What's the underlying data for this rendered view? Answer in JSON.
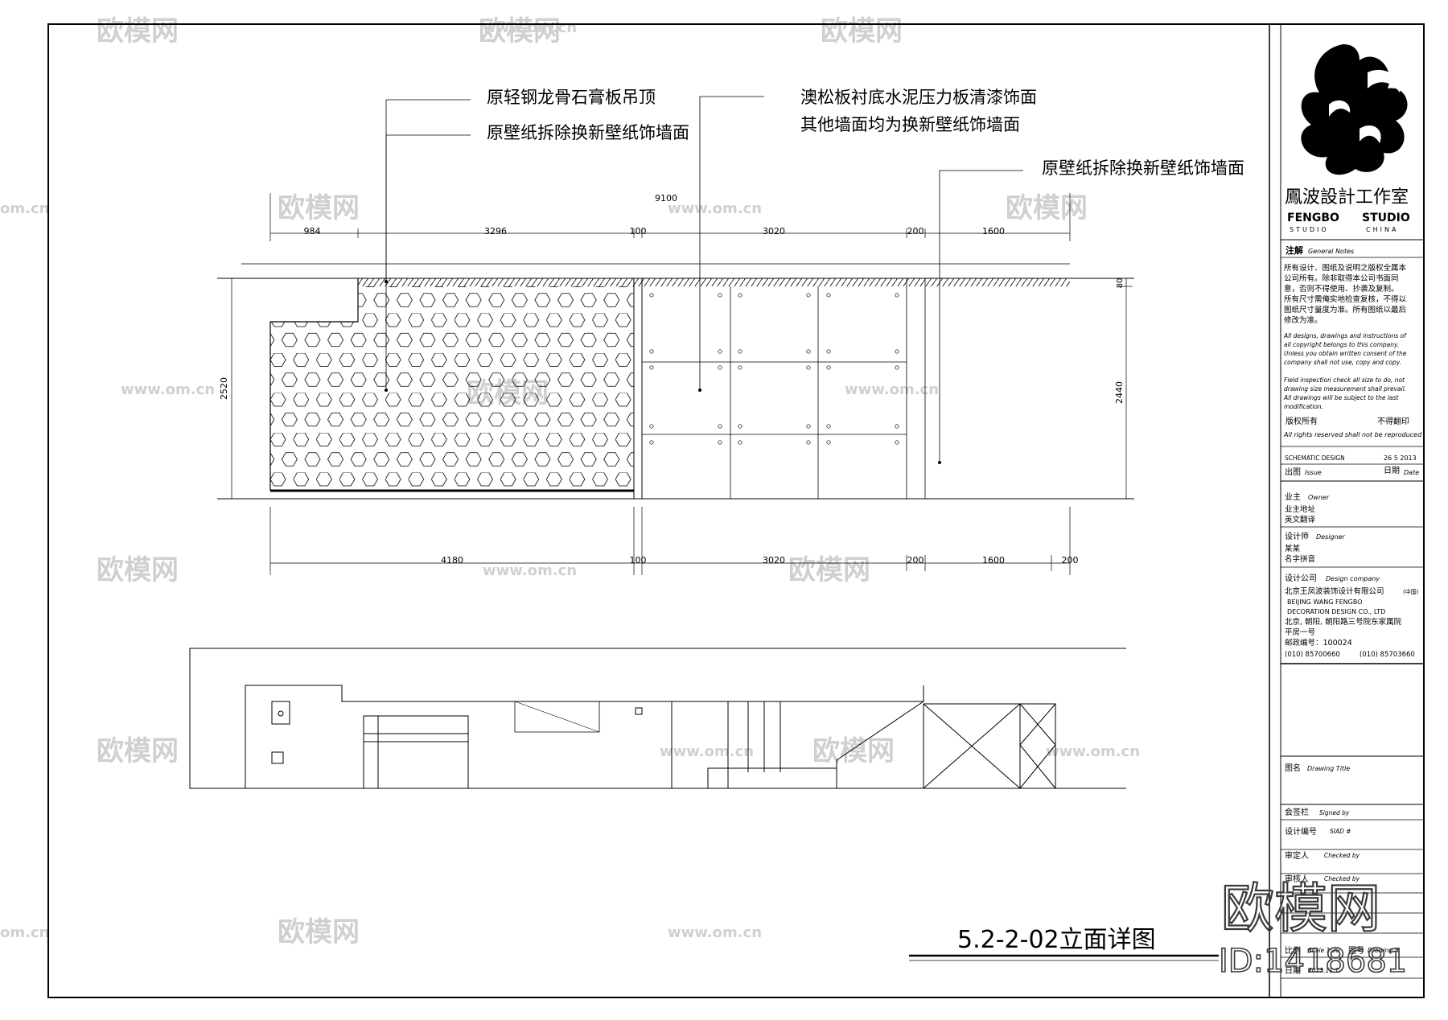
{
  "drawing": {
    "title": "5.2-2-02立面详图",
    "labels": {
      "ceiling": "原轻钢龙骨石膏板吊顶",
      "wall_left": "原壁纸拆除换新壁纸饰墙面",
      "panel": "澳松板衬底水泥压力板清漆饰面",
      "other_walls": "其他墙面均为换新壁纸饰墙面",
      "wall_right": "原壁纸拆除换新壁纸饰墙面"
    },
    "dims_top": {
      "total": "9100",
      "d1": "984",
      "d2": "3296",
      "d3": "100",
      "d4": "3020",
      "d5": "200",
      "d6": "1600"
    },
    "dims_bottom": {
      "d1": "4180",
      "d2": "100",
      "d3": "3020",
      "d4": "200",
      "d5": "1600",
      "d6": "200"
    },
    "dims_side": {
      "left": "2520",
      "right": "2440",
      "right_top": "80"
    }
  },
  "title_block": {
    "studio_cn": "鳳波設計工作室",
    "studio_en_1": "FENGBO",
    "studio_en_2": "STUDIO",
    "studio_sub_1": "STUDIO",
    "studio_sub_2": "CHINA",
    "notes_heading": "注解",
    "notes_heading_en": "General Notes",
    "notes_cn_1": "所有设计、图纸及说明之版权全属本",
    "notes_cn_2": "公司所有。除非取得本公司书面同",
    "notes_cn_3": "意，否则不得使用、抄袭及复制。",
    "notes_cn_4": "所有尺寸需俺实地检查复核，不得以",
    "notes_cn_5": "图纸尺寸量度为准。所有图纸以最后",
    "notes_cn_6": "修改为准。",
    "notes_en_1": "All designs, drawings and instructions of",
    "notes_en_2": "all copyright belongs to this company.",
    "notes_en_3": "Unless you obtain written consent of the",
    "notes_en_4": "company shall not use, copy and copy.",
    "notes_en_5": "Field inspection check all size to do, not",
    "notes_en_6": "drawing size measurement shall prevail.",
    "notes_en_7": "All drawings will be subject to the last",
    "notes_en_8": "modification.",
    "rights_cn": "版权所有",
    "rights_cn_2": "不得翻印",
    "rights_en": "All rights reserved shall not be reproduced",
    "issue_stage": "SCHEMATIC DESIGN",
    "issue_date": "26 5 2013",
    "issue_label": "出图",
    "issue_label_en": "Issue",
    "date_label": "日期",
    "date_label_en": "Date",
    "owner_label": "业主",
    "owner_label_en": "Owner",
    "owner_addr": "业主地址",
    "owner_trans": "英文翻译",
    "designer_label": "设计师",
    "designer_label_en": "Designer",
    "designer_name": "某某",
    "designer_pinyin": "名字拼音",
    "company_label": "设计公司",
    "company_label_en": "Design company",
    "company_name": "北京王凤波装饰设计有限公司",
    "company_country": "(中国)",
    "company_en_1": "BEIJING  WANG FENGBO",
    "company_en_2": "DECORATION   DESIGN  CO., LTD",
    "company_addr_1": "北京, 朝阳, 朝阳路三号院东家属院",
    "company_addr_2": "平房一号",
    "company_zip": "邮政编号：100024",
    "phone_1": "(010) 85700660",
    "phone_2": "(010) 85703660",
    "drawing_title_label": "图名",
    "drawing_title_label_en": "Drawing Title",
    "sign_label": "会签栏",
    "sign_label_en": "Signed by",
    "design_no_label": "设计编号",
    "design_no_label_en": "SIAD #",
    "approved_label": "审定人",
    "approved_label_en": "Checked by",
    "checked_label": "审核人",
    "checked_label_en": "Checked by",
    "scale_label": "比例",
    "scale_value": "Scale 1:30",
    "drawing_no_label": "图号",
    "drawing_no_label_en": "Drawing #",
    "final_date_label": "日期",
    "final_date_value": "2013.11.1."
  },
  "watermark": {
    "brand": "欧模网",
    "domain": "www.om.cn",
    "domain_short": "om.cn",
    "id_text": "ID:1418681"
  }
}
